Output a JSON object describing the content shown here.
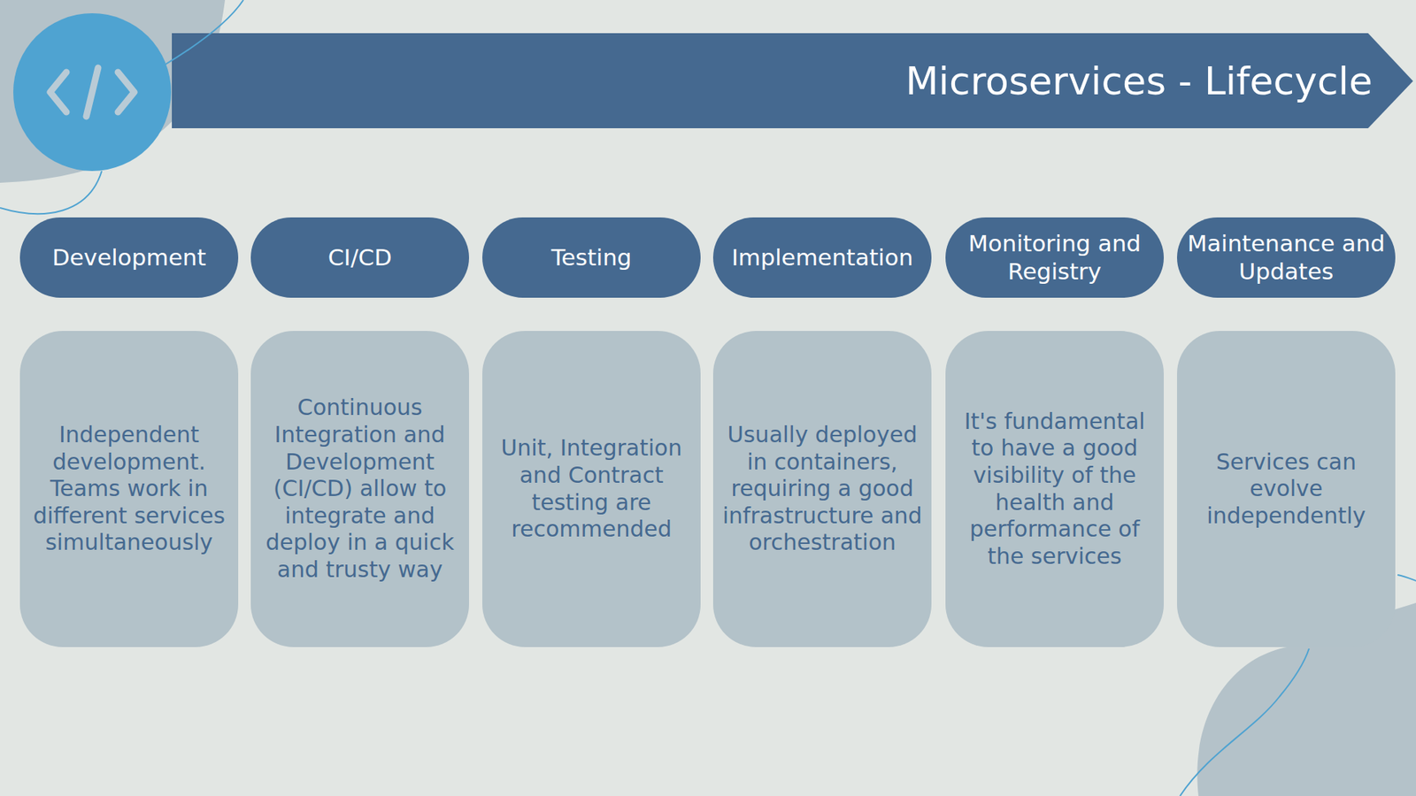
{
  "diagram": {
    "title": "Microservices - Lifecycle",
    "nodes": [
      {
        "text": [
          "Development"
        ]
      },
      {
        "text": [
          "CI/CD"
        ]
      },
      {
        "text": [
          "Testing"
        ]
      },
      {
        "text": [
          "Implementation"
        ]
      },
      {
        "text": [
          "Monitoring and Registry"
        ]
      },
      {
        "text": [
          "Maintenance and Updates"
        ]
      },
      {
        "text": [
          "Independent development. Teams work in different services simultaneously"
        ]
      },
      {
        "text": [
          "Continuous Integration and Development (CI/CD) allow to integrate and deploy in a quick and trusty way"
        ]
      },
      {
        "text": [
          "Unit, Integration and Contract testing are recommended"
        ]
      },
      {
        "text": [
          "Usually deployed in containers, requiring a good infrastructure and orchestration"
        ]
      },
      {
        "text": [
          "It's fundamental to have a good visibility of the health and performance of the services"
        ]
      },
      {
        "text": [
          "Services can evolve independently"
        ]
      }
    ]
  }
}
